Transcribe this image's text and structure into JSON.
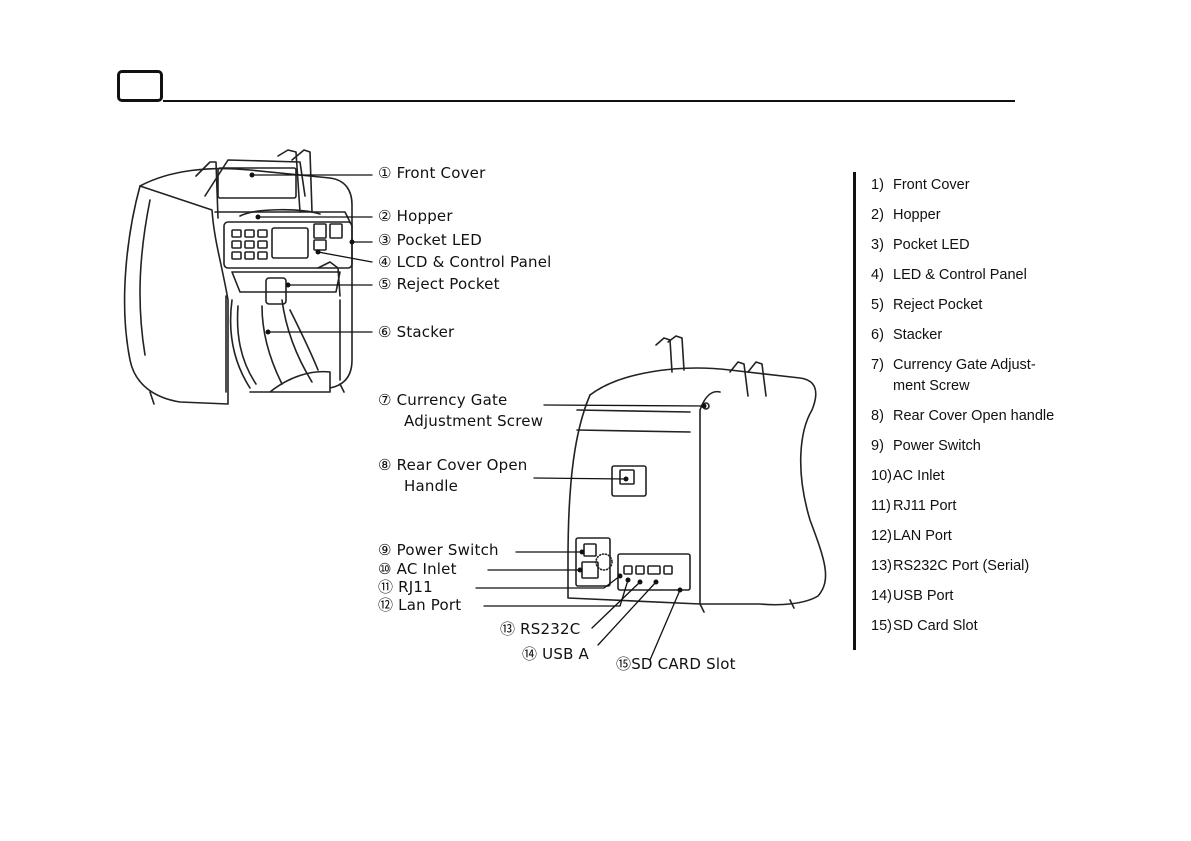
{
  "header": {
    "box_label": ""
  },
  "callouts": [
    {
      "id": "front-cover",
      "text": "① Front Cover"
    },
    {
      "id": "hopper",
      "text": "② Hopper"
    },
    {
      "id": "pocket-led",
      "text": "③ Pocket LED"
    },
    {
      "id": "lcd-control-panel",
      "text": "④ LCD & Control Panel"
    },
    {
      "id": "reject-pocket",
      "text": "⑤ Reject Pocket"
    },
    {
      "id": "stacker",
      "text": "⑥ Stacker"
    },
    {
      "id": "currency-gate-1",
      "text": "⑦ Currency Gate"
    },
    {
      "id": "currency-gate-2",
      "text": "Adjustment Screw"
    },
    {
      "id": "rear-cover-1",
      "text": "⑧ Rear Cover Open"
    },
    {
      "id": "rear-cover-2",
      "text": "Handle"
    },
    {
      "id": "power-switch",
      "text": "⑨ Power Switch"
    },
    {
      "id": "ac-inlet",
      "text": "⑩ AC Inlet"
    },
    {
      "id": "rj11",
      "text": "⑪ RJ11"
    },
    {
      "id": "lan-port",
      "text": "⑫ Lan Port"
    },
    {
      "id": "rs232c",
      "text": "⑬ RS232C"
    },
    {
      "id": "usb-a",
      "text": "⑭ USB A"
    },
    {
      "id": "sd-card",
      "text": "⑮SD CARD Slot"
    }
  ],
  "legend": [
    {
      "num": "1)",
      "label": "Front Cover"
    },
    {
      "num": "2)",
      "label": "Hopper"
    },
    {
      "num": "3)",
      "label": "Pocket LED"
    },
    {
      "num": "4)",
      "label": "LED & Control Panel"
    },
    {
      "num": "5)",
      "label": "Reject Pocket"
    },
    {
      "num": "6)",
      "label": "Stacker"
    },
    {
      "num": "7)",
      "label": "Currency Gate Adjust-",
      "label2": "ment Screw"
    },
    {
      "num": "8)",
      "label": "Rear Cover Open handle"
    },
    {
      "num": "9)",
      "label": "Power Switch"
    },
    {
      "num": "10)",
      "label": "AC Inlet"
    },
    {
      "num": "11)",
      "label": "RJ11 Port"
    },
    {
      "num": "12)",
      "label": "LAN Port"
    },
    {
      "num": "13)",
      "label": "RS232C Port (Serial)"
    },
    {
      "num": "14)",
      "label": "USB Port"
    },
    {
      "num": "15)",
      "label": "SD Card Slot"
    }
  ]
}
